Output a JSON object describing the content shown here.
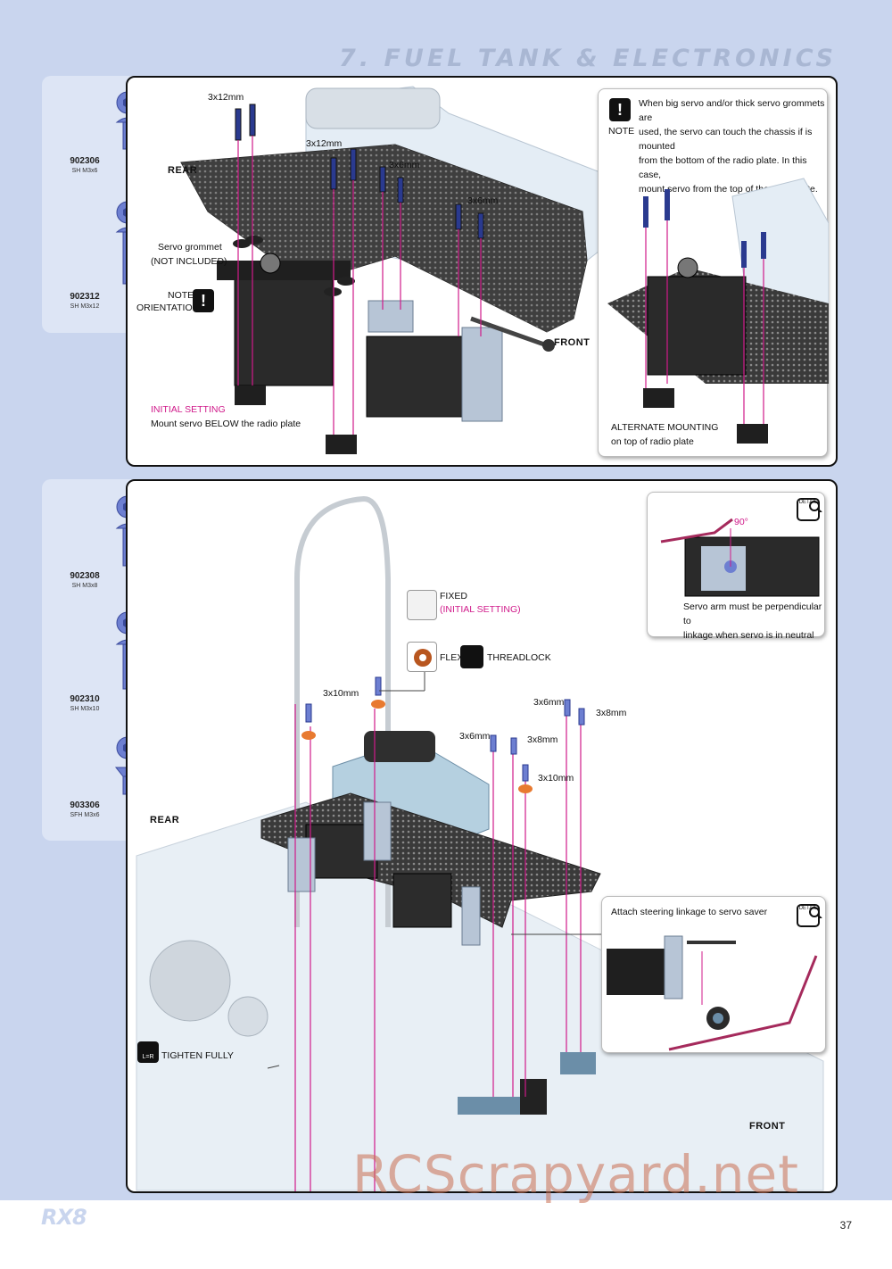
{
  "header": {
    "title": "7. FUEL TANK & ELECTRONICS"
  },
  "parts_top": [
    {
      "code": "902306",
      "spec": "SH M3x6"
    },
    {
      "code": "902312",
      "spec": "SH M3x12"
    }
  ],
  "parts_bottom": [
    {
      "code": "902308",
      "spec": "SH M3x8"
    },
    {
      "code": "902310",
      "spec": "SH M3x10"
    },
    {
      "code": "903306",
      "spec": "SFH M3x6"
    }
  ],
  "step1": {
    "rear": "REAR",
    "front": "FRONT",
    "screw_a": "3x12mm",
    "screw_b": "3x12mm",
    "screw_c": "3x6mm",
    "screw_d": "3x6mm",
    "grommet_label": "Servo grommet",
    "grommet_note": "(NOT INCLUDED)",
    "note_label": "NOTE",
    "orientation_label": "ORIENTATION",
    "initial_setting": "INITIAL SETTING",
    "initial_setting_desc": "Mount servo BELOW the radio plate",
    "note_box": {
      "label": "NOTE",
      "lines": [
        "When big servo and/or thick servo grommets are",
        "used, the servo can touch the chassis if is mounted",
        "from the bottom of the radio plate. In this case,",
        "mount servo from the top of the radio plate."
      ]
    },
    "alternate_title": "ALTERNATE MOUNTING",
    "alternate_desc": "on top of radio plate"
  },
  "step2": {
    "rear": "REAR",
    "front": "FRONT",
    "fixed": "FIXED",
    "fixed_initial": "(INITIAL SETTING)",
    "flex": "FLEX",
    "threadlock": "THREADLOCK",
    "screw_3x10_left": "3x10mm",
    "screw_3x6_right": "3x6mm",
    "screw_3x8_right": "3x8mm",
    "screw_3x6_mid": "3x6mm",
    "screw_3x8_mid": "3x8mm",
    "screw_3x10_mid": "3x10mm",
    "tighten_fully": "TIGHTEN FULLY",
    "detail_servo": {
      "angle": "90°",
      "lines": [
        "Servo arm must be perpendicular to",
        "linkage when servo is in neutral"
      ],
      "icon": "DETAIL"
    },
    "detail_linkage": {
      "title": "Attach steering linkage to servo saver",
      "icon": "DETAIL"
    }
  },
  "footer": {
    "logo": "RX8",
    "page": "37",
    "watermark": "RCScrapyard.net"
  },
  "colors": {
    "accent_pink": "#d01a8a",
    "band": "#c9d5ee",
    "strip": "#dde5f5"
  }
}
